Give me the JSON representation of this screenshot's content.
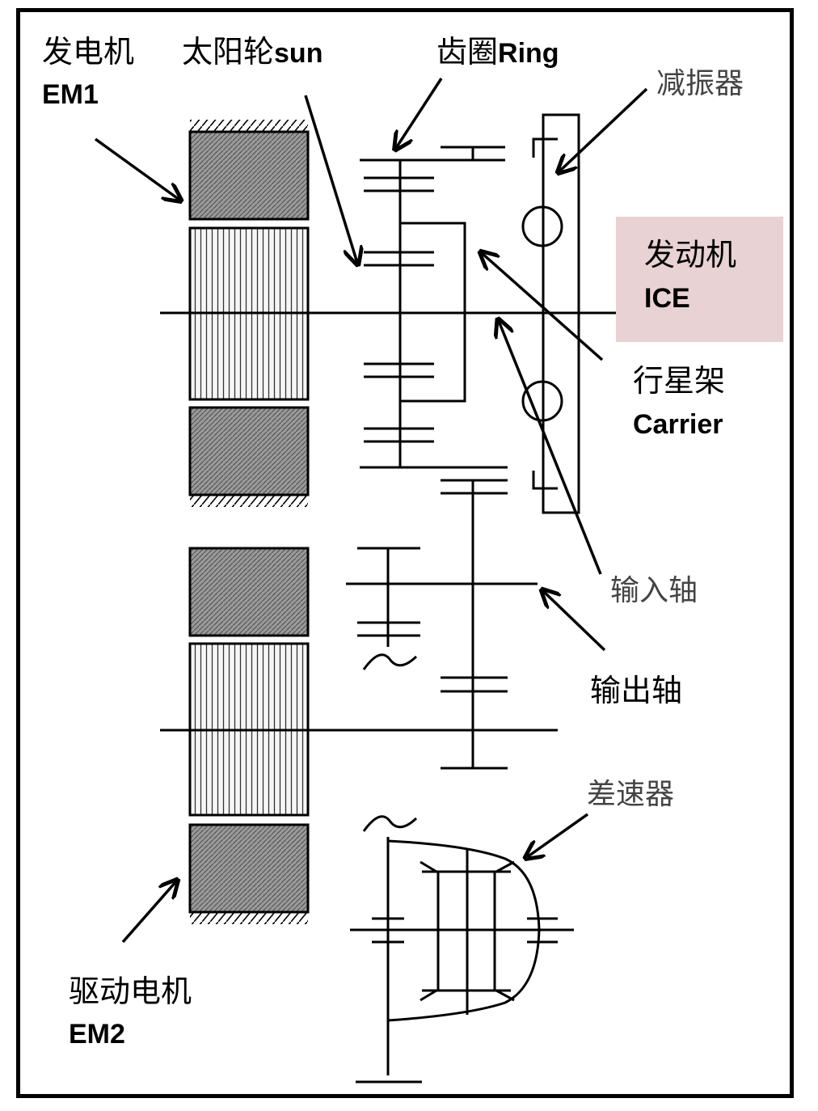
{
  "labels": {
    "generator_cn": "发电机",
    "generator_en": "EM1",
    "sun_cn": "太阳轮",
    "sun_en": "sun",
    "ring_cn": "齿圈",
    "ring_en": "Ring",
    "damper_cn": "减振器",
    "engine_cn": "发动机",
    "engine_en": "ICE",
    "carrier_cn": "行星架",
    "carrier_en": "Carrier",
    "input_shaft_cn": "输入轴",
    "output_shaft_cn": "输出轴",
    "differential_cn": "差速器",
    "drive_motor_cn": "驱动电机",
    "drive_motor_en": "EM2"
  },
  "colors": {
    "line": "#000000",
    "stator_fill": "#8a8a8a",
    "rotor_fill": "#f4f4f4",
    "engine_box": "#e8d2d4"
  }
}
